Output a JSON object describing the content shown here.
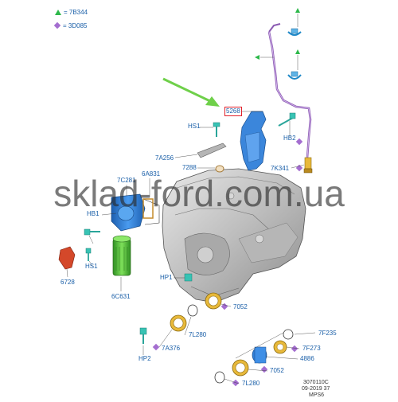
{
  "legend": [
    {
      "marker": "triangle-green",
      "text": "= 7B344"
    },
    {
      "marker": "diamond-purple",
      "text": "= 3D085"
    }
  ],
  "labels": {
    "l_5268": "5268",
    "l_hs1_top": "HS1",
    "l_7a256": "7A256",
    "l_7288": "7288",
    "l_hb2": "HB2",
    "l_7k341": "7K341",
    "l_7c281": "7C281",
    "l_6a831": "6A831",
    "l_hb1": "HB1",
    "l_6728": "6728",
    "l_hs1_bot": "HS1",
    "l_6c631": "6C631",
    "l_hp1": "HP1",
    "l_7052_a": "7052",
    "l_7l280_a": "7L280",
    "l_7a376": "7A376",
    "l_hp2": "HP2",
    "l_7f235": "7F235",
    "l_7f273": "7F273",
    "l_4886": "4886",
    "l_7052_b": "7052",
    "l_7l280_b": "7L280"
  },
  "reference": [
    "3070110C",
    "09-2019 37",
    "MPS6"
  ],
  "watermark": "sklad-ford.com.ua",
  "colors": {
    "label": "#1a5fa8",
    "triangle": "#2db84a",
    "diamond": "#a46ed0",
    "highlight": "#e0202a",
    "arrow": "#6fd04a",
    "blue_part": "#2f7fd8",
    "green_part": "#56c23a",
    "gold": "#e8b93a"
  }
}
